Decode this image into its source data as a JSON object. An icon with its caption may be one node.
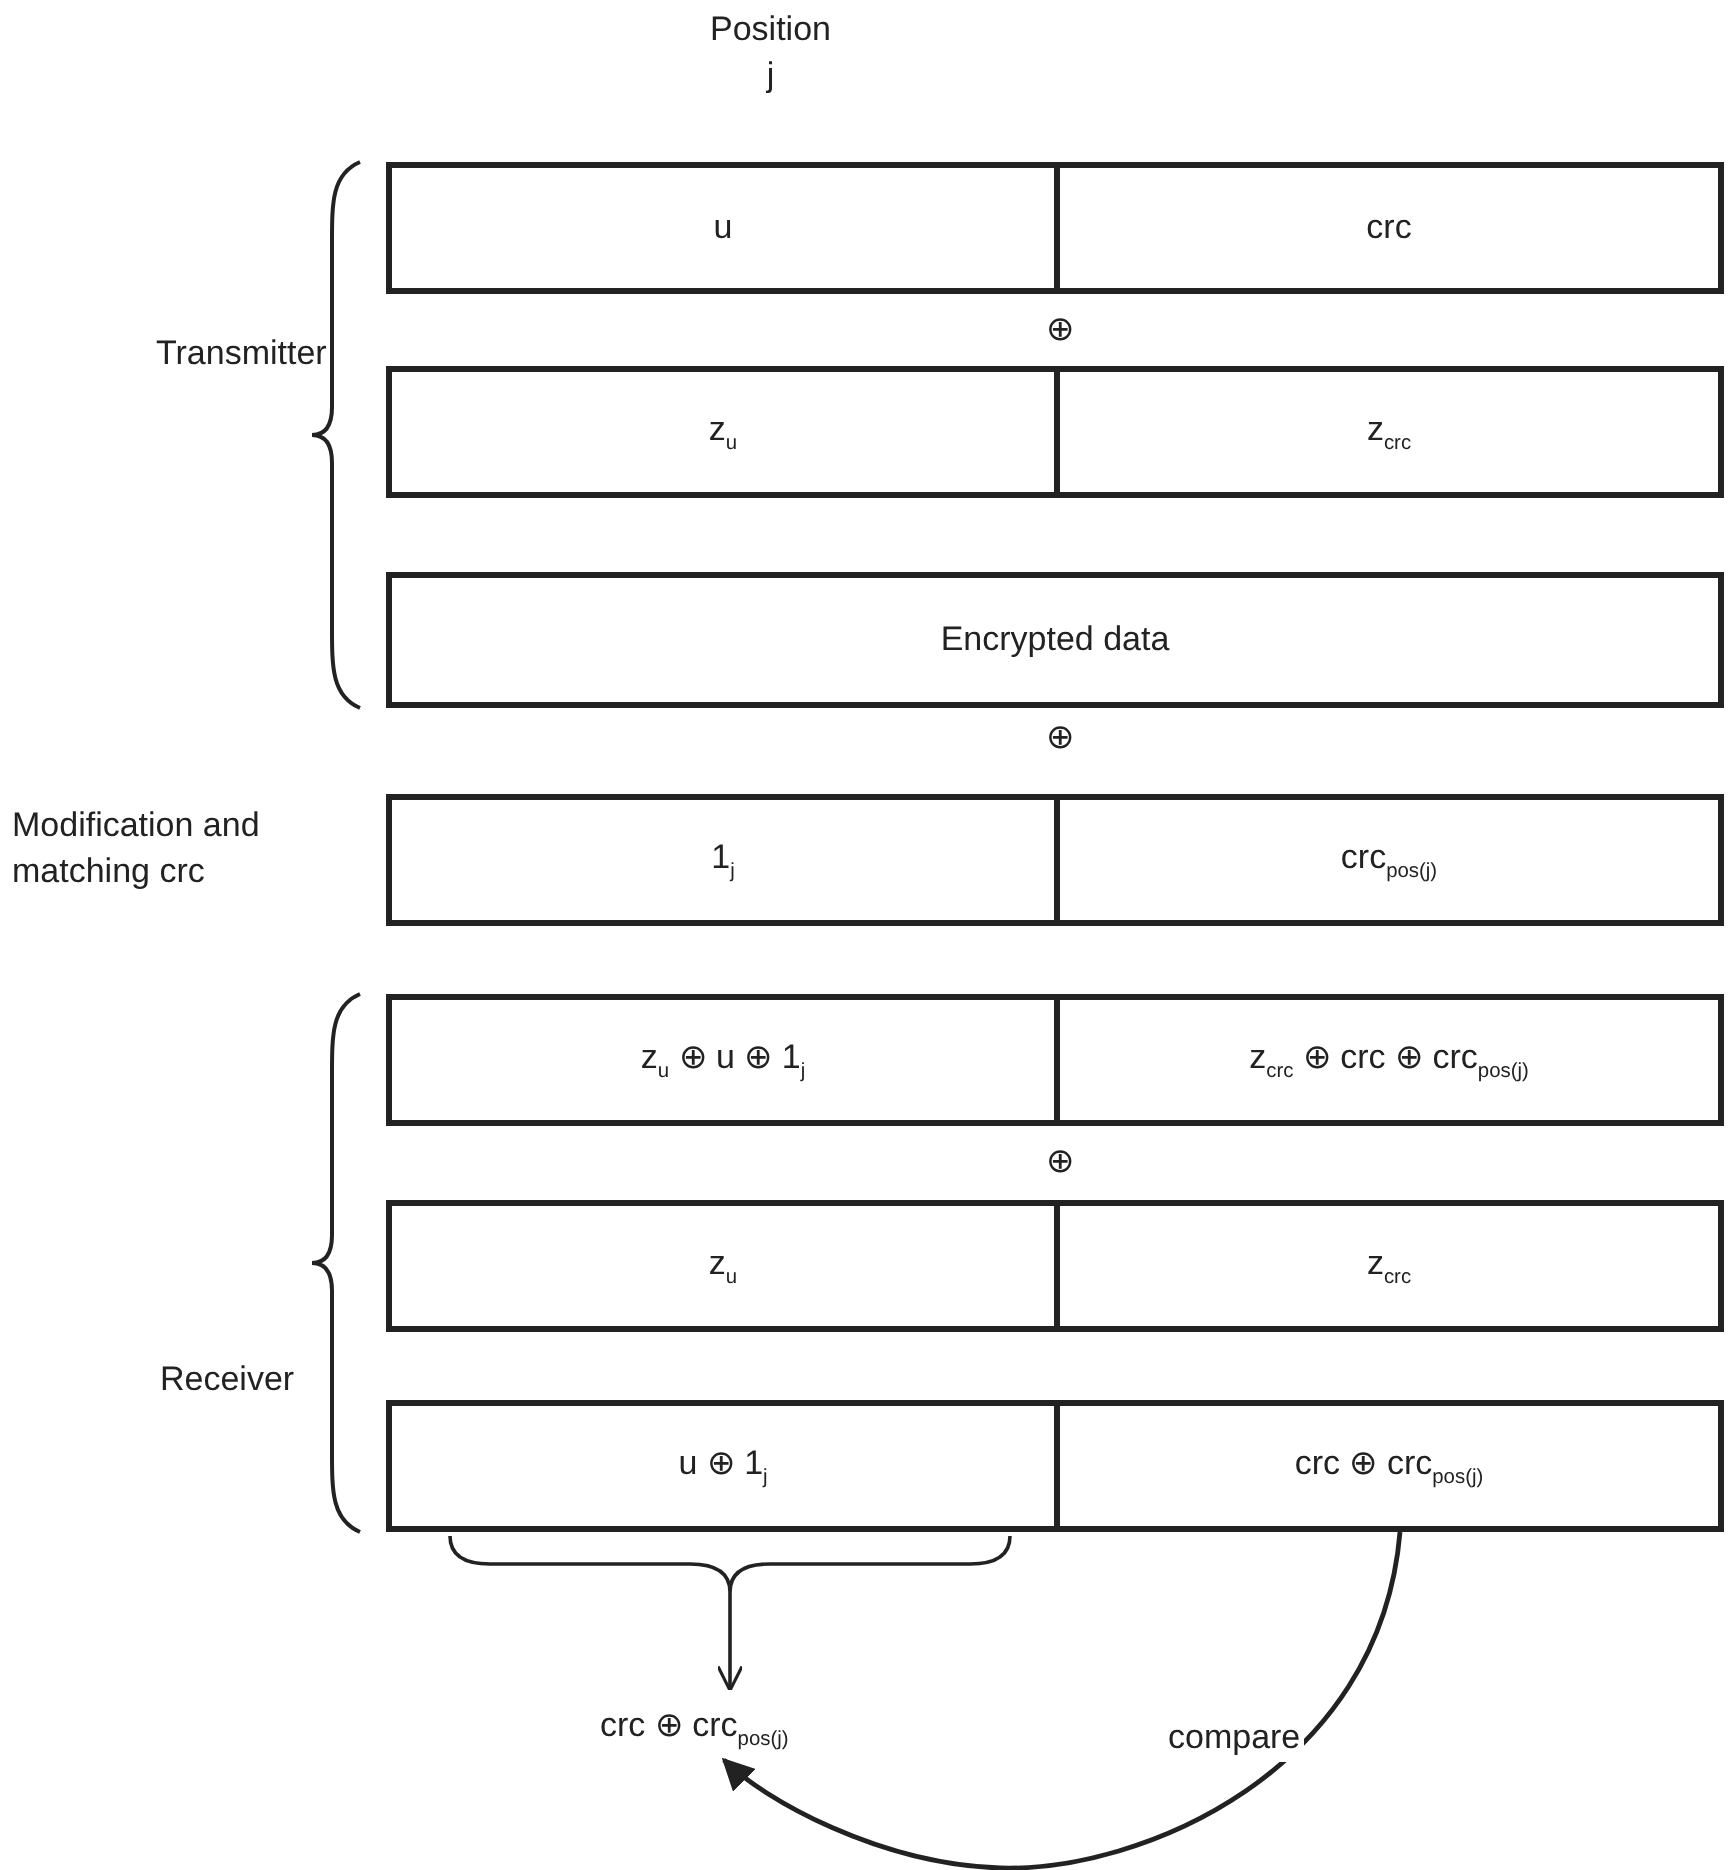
{
  "diagram": {
    "nodes": [
      {
        "text": [
          "u"
        ]
      },
      {
        "text": [
          "crc"
        ]
      },
      {
        "text": [
          "z$_{u}$"
        ]
      },
      {
        "text": [
          "z$_{crc}$"
        ]
      },
      {
        "text": [
          "Encrypted data"
        ]
      },
      {
        "text": [
          "1$_{j}$"
        ]
      },
      {
        "text": [
          "crc$_{pos(j)}$"
        ]
      },
      {
        "text": [
          "z$_{u}$ ⊕ u ⊕ 1$_{j}$"
        ]
      },
      {
        "text": [
          "z$_{crc}$ ⊕ crc ⊕ crc$_{pos(j)}$"
        ]
      },
      {
        "text": [
          "z$_{u}$"
        ]
      },
      {
        "text": [
          "z$_{crc}$"
        ]
      },
      {
        "text": [
          "u ⊕ 1$_{j}$"
        ]
      },
      {
        "text": [
          "crc ⊕ crc$_{pos(j)}$"
        ]
      },
      {
        "text": [
          "crc ⊕ crc$_{pos(j)}$"
        ]
      }
    ],
    "edges": [
      {
        "from": 11,
        "to": 13,
        "arrow": "to"
      },
      {
        "from": 12,
        "to": 13,
        "arrow": "to",
        "label": "compare"
      }
    ],
    "labels": [
      "Position j",
      "Transmitter",
      "⊕",
      "⊕",
      "Modification and matching crc",
      "⊕",
      "Receiver"
    ]
  }
}
